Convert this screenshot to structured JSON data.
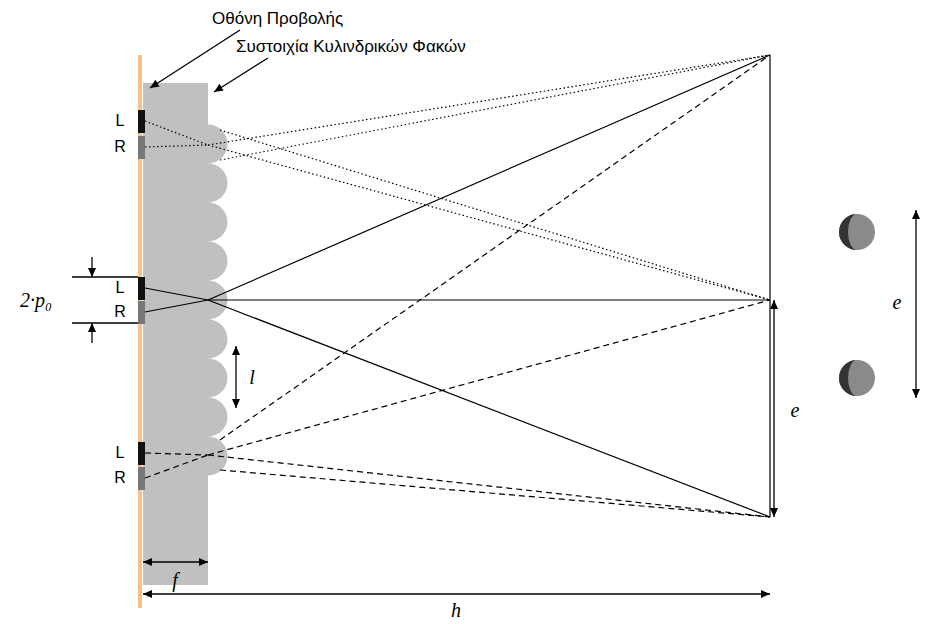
{
  "diagram": {
    "labels": [
      "Οθόνη Προβολής",
      "Συστοιχία Κυλινδρικών Φακών",
      "L",
      "R",
      "L",
      "R",
      "L",
      "R",
      "2·p₀",
      "l",
      "f",
      "h",
      "e",
      "e"
    ]
  }
}
